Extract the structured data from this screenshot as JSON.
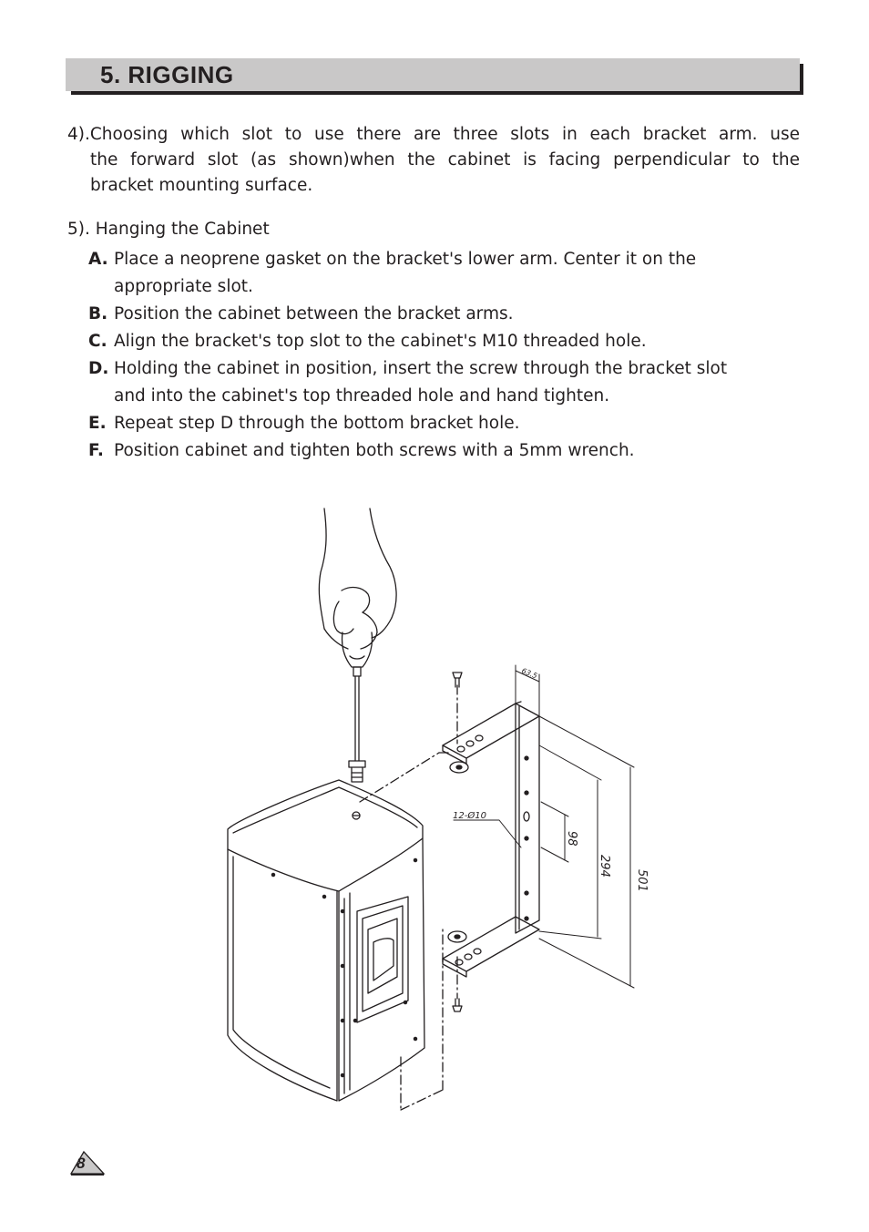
{
  "header": {
    "title": "5. RIGGING"
  },
  "step4": {
    "line1": "4).Choosing which slot to use there are three slots in each bracket arm. use",
    "line2": "the forward slot (as shown)when the cabinet is facing perpendicular to the",
    "line3": "bracket mounting surface."
  },
  "step5": {
    "title": "5). Hanging the Cabinet",
    "items": [
      {
        "letter": "A.",
        "text": "Place a neoprene gasket on the bracket's lower arm. Center it on the",
        "text2": "appropriate slot."
      },
      {
        "letter": "B.",
        "text": "Position the cabinet between the bracket arms."
      },
      {
        "letter": "C.",
        "text": "Align the bracket's top slot to the cabinet's M10 threaded hole."
      },
      {
        "letter": "D.",
        "text": "Holding the cabinet in position, insert the screw through the bracket slot",
        "text2": "and into the cabinet's top threaded hole and hand tighten."
      },
      {
        "letter": "E.",
        "text": "Repeat step D through the bottom bracket hole."
      },
      {
        "letter": "F.",
        "text": "Position cabinet and tighten both screws with a 5mm wrench."
      }
    ]
  },
  "figure": {
    "dim_top": "63.5",
    "dim_holes": "12-Ø10",
    "dim_98": "98",
    "dim_294": "294",
    "dim_501": "501"
  },
  "footer": {
    "page_number": "8"
  }
}
